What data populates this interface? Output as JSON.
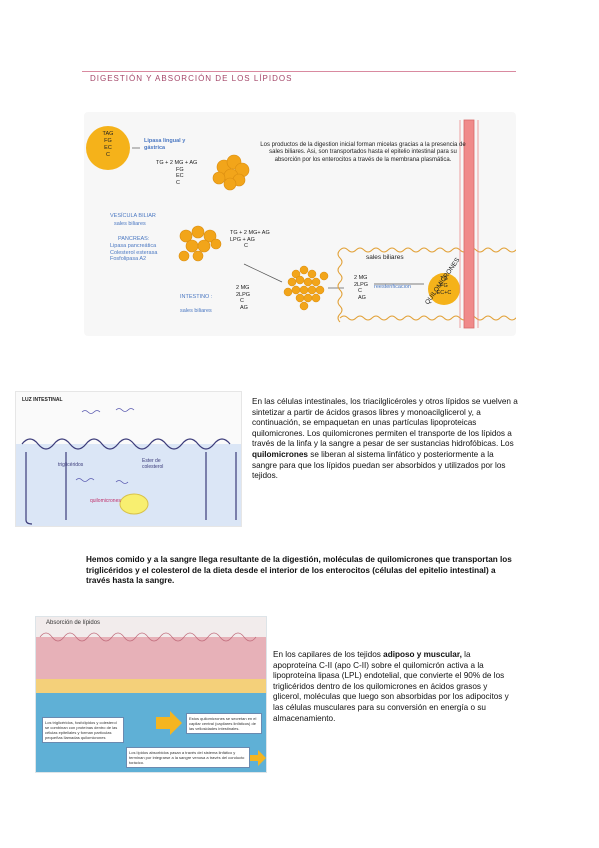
{
  "header": {
    "title": "DIGESTIÓN Y ABSORCIÓN DE LOS LÍPIDOS"
  },
  "figure1": {
    "initial_circle": [
      "TAG",
      "FG",
      "EC",
      "C"
    ],
    "lipasa": "Lipasa lingual y\ngástrica",
    "products_1": [
      "TG + 2 MG + AG",
      "FG",
      "EC",
      "C"
    ],
    "description": "Los productos de la digestion inicial forman micelas gracias a la presencia de sales biliares. Asi, son transportados hasta el epitelio intestinal para su absorción por los enterocitos a través de la membrana plasmática.",
    "vesicula_title": "VESÍCULA BILIAR",
    "vesicula_sub": "sales biliares",
    "pancreas_title": "PANCREAS:",
    "pancreas_items": [
      "Lipasa pancreática",
      "Colesterol esterasa",
      "Fosfolipasa A2"
    ],
    "products_2": [
      "TG + 2 MG+ AG",
      "LPG + AG",
      "C"
    ],
    "sales_biliares": "sales biliares",
    "intestino": "INTESTINO :",
    "intestino_sub": "sales biliares",
    "products_3": [
      "2 MG",
      "2LPG",
      "C",
      "AG"
    ],
    "products_4": [
      "2 MG",
      "2LPG",
      "C",
      "AG"
    ],
    "reester": "reesterificacion",
    "final_circle": [
      "TG",
      "FG",
      "EC+C"
    ],
    "quilomicrones": "QUILOMICRONES"
  },
  "figure2": {
    "luz": "LUZ INTESTINAL",
    "trigliceridos": "triglicéridos",
    "ester": "Ester de\ncolesterol",
    "quilomicrones": "quilomicrones"
  },
  "paragraph1": {
    "part1": "En las células intestinales, los triacilglicéroles y otros lípidos se vuelven a sintetizar a partir de ácidos grasos libres y monoacilglicerol y, a continuación, se empaquetan en unas partículas lipoproteicas quilomicrones. Los quilomicrones permiten el transporte de los lípidos a través de la linfa y la sangre a pesar de ser sustancias hidrofóbicas. Los ",
    "bold": "quilomicrones",
    "part2": " se liberan al sistema linfático y posteriormente a la sangre para que los lípidos puedan ser absorbidos y utilizados por los tejidos."
  },
  "summary": "Hemos comido y a la sangre llega resultante de la digestión, moléculas de quilomicrones que transportan los triglicéridos y el colesterol de la dieta desde el interior de los enterocitos (células del epitelio intestinal) a través hasta la sangre.",
  "figure3": {
    "title": "Absorción de lípidos",
    "box1": "Los triglicéridos, fosfolípidos y colesterol se combinan con proteínas dentro de las células epiteliales y forman partículas pequeñas llamadas quilomicrones",
    "box2": "Estos quilomicrones se secretan en el capilar central (capilares linfáticos) de las vellosidades intestinales.",
    "box3": "Los lípidos absorbidos pasan a través del sistema linfático y terminan por integrarse a la sangre venosa a través del conducto torácico."
  },
  "paragraph2": {
    "p1": "En los capilares de los tejidos ",
    "b1": "adiposo y muscular,",
    "p2": " la apoproteína C-II (apo C-II) sobre el quilomicrón activa a la lipoproteína lipasa (LPL) endotelial, que convierte el 90% de los triglicéridos dentro de los quilomicrones en ácidos grasos y glicerol, moléculas que luego son absorbidas por los adipocitos y las células musculares para su conversión en energía o su almacenamiento."
  },
  "colors": {
    "accent": "#a4486a",
    "orange": "#f2a51a",
    "blue": "#4b78c2",
    "pink_bar": "#f08a8a"
  }
}
